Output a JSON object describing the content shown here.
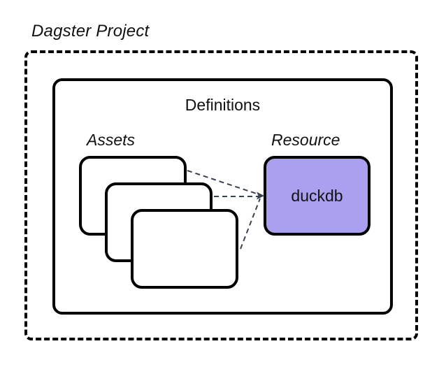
{
  "diagram": {
    "title": "Dagster Project",
    "definitions_label": "Definitions",
    "assets_label": "Assets",
    "resource_label": "Resource",
    "resource_box_label": "duckdb",
    "asset_box_count": 3,
    "connector_count": 3
  },
  "colors": {
    "resource_fill": "#a9a1f0",
    "connector": "#3a4250",
    "box_border": "#000000",
    "background": "#ffffff",
    "text": "#111111"
  }
}
